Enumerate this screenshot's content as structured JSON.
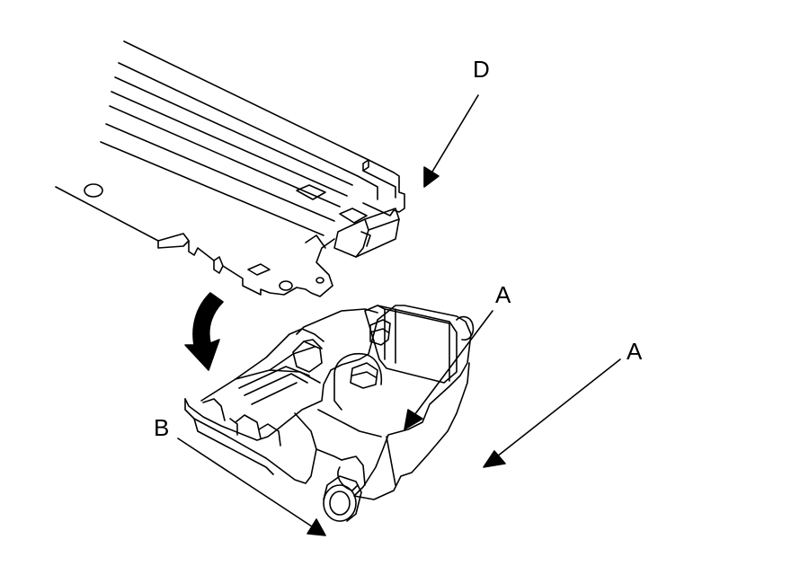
{
  "labels": {
    "d": "D",
    "a_upper": "A",
    "a_lower": "A",
    "b": "B"
  },
  "colors": {
    "line": "#000000",
    "background": "#ffffff"
  }
}
